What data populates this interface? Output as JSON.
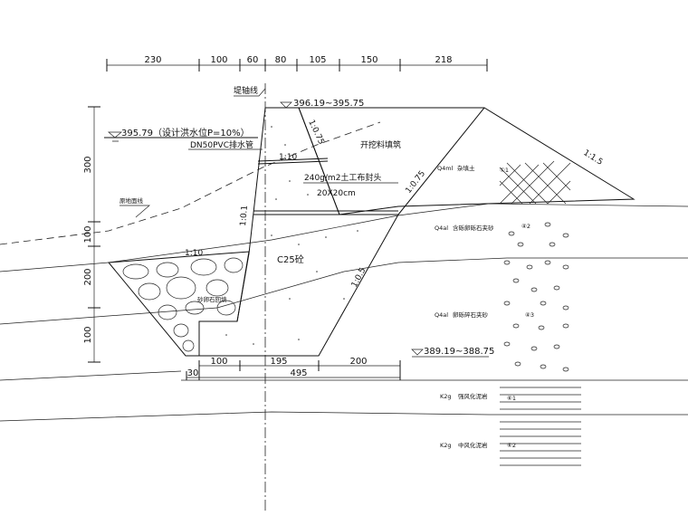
{
  "drawing": {
    "top_dimensions": [
      "230",
      "100",
      "60",
      "80",
      "105",
      "150",
      "218"
    ],
    "left_dimensions": [
      "300",
      "100",
      "200",
      "100"
    ],
    "bottom_dimensions": {
      "row1": [
        "100",
        "195",
        "200"
      ],
      "row2": [
        "30",
        "495"
      ]
    },
    "labels": {
      "axis_line": "堤轴线",
      "crest_elevation": "396.19~395.75",
      "design_flood_level": "395.79（设计洪水位P=10%）",
      "drain_pipe": "DN50PVC排水管",
      "excavation_fill": "开挖料填筑",
      "geotextile": "240g/m2土工布封头",
      "geotextile_size": "20X20cm",
      "original_ground": "原地面线",
      "concrete": "C25砼",
      "gravel_backfill": "砂卵石回填",
      "base_elevation": "389.19~388.75"
    },
    "slopes": {
      "pipe": "1:10",
      "back_excavation": "1:0.75",
      "wall_face": "1:0.1",
      "fill_slope": "1:0.75",
      "bank_slope": "1:1.5",
      "ground": "1:10",
      "base_back": "1:0.5"
    },
    "strata": [
      {
        "code": "Q4ml",
        "name": "杂填土",
        "mark": "①1"
      },
      {
        "code": "Q4al",
        "name": "含砾卵砾石夹砂",
        "mark": "④2"
      },
      {
        "code": "Q4al",
        "name": "卵砾碎石夹砂",
        "mark": "④3"
      },
      {
        "code": "K2g",
        "name": "强风化泥岩",
        "mark": "⑥1"
      },
      {
        "code": "K2g",
        "name": "中风化泥岩",
        "mark": "⑥2"
      }
    ]
  }
}
